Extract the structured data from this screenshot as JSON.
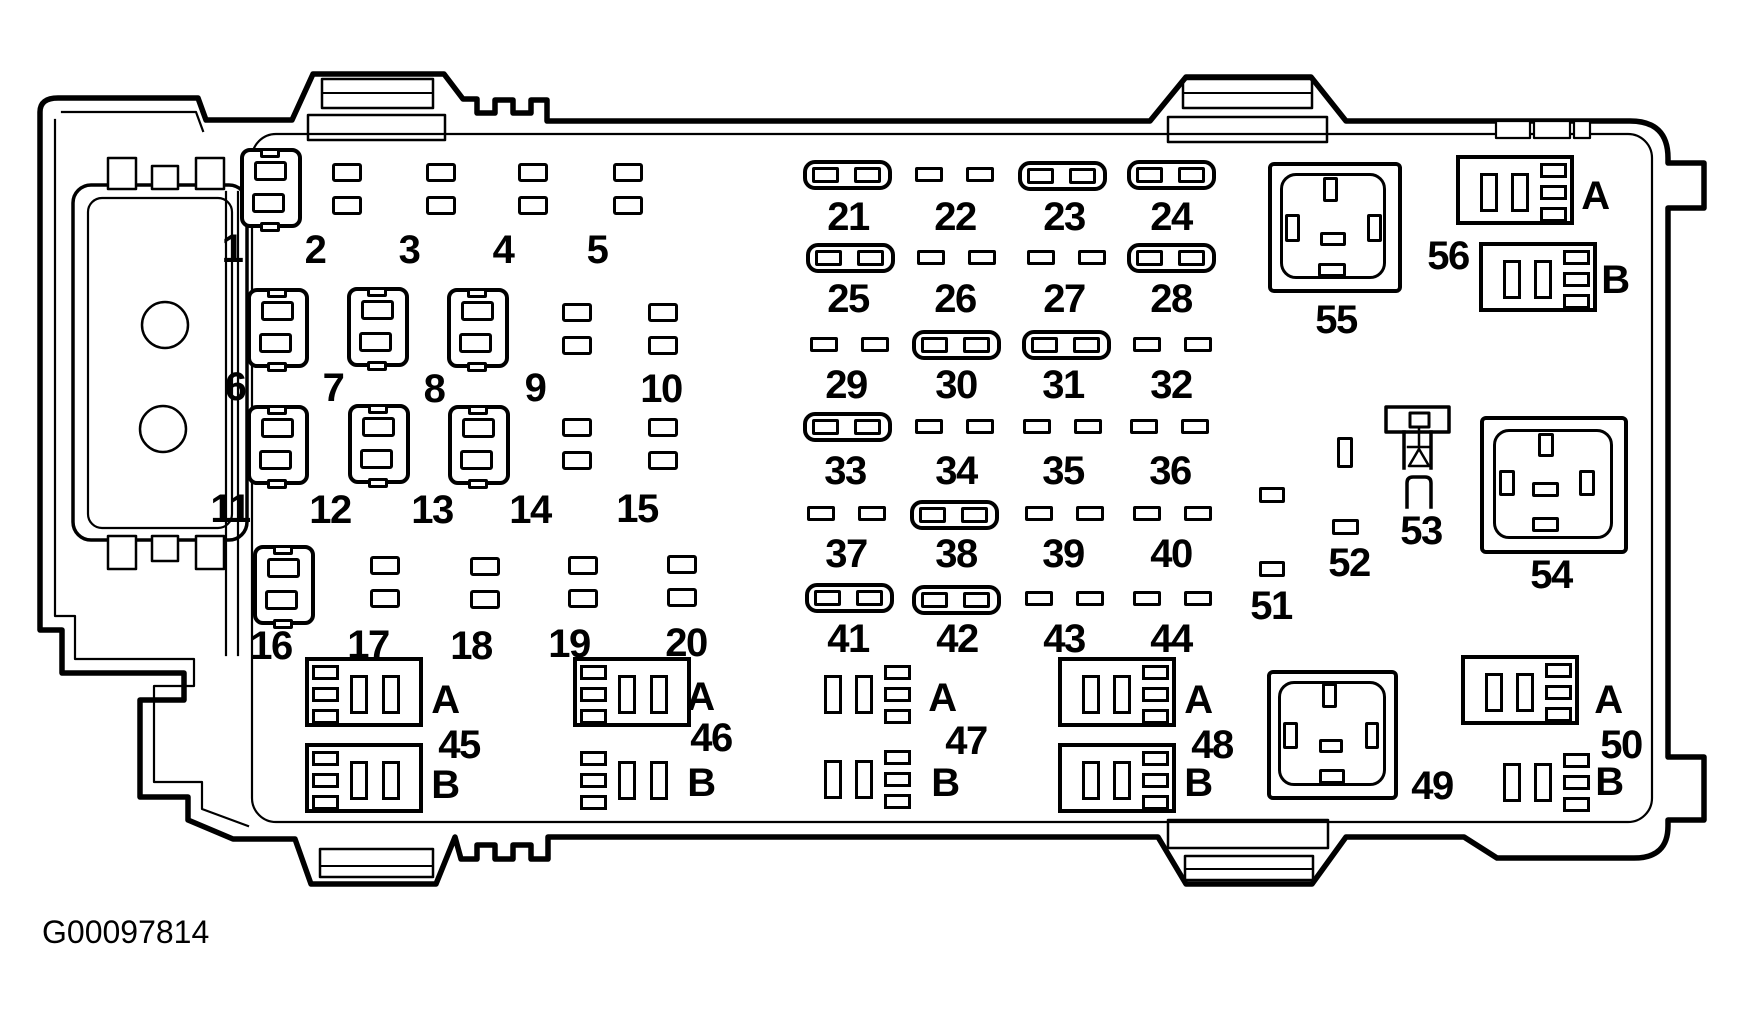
{
  "figure_id": "G00097814",
  "colors": {
    "line_color": "#000000",
    "background_color": "#ffffff"
  },
  "positions": {
    "mini_fuse_holders": [
      "1",
      "6",
      "7",
      "8",
      "11",
      "12",
      "13",
      "16"
    ],
    "fuse_terminal_pairs": [
      "2",
      "3",
      "4",
      "5",
      "9",
      "10",
      "14",
      "15",
      "17",
      "18",
      "19",
      "20"
    ],
    "cartridge_fuses_boxed": [
      "21",
      "23",
      "24",
      "25",
      "28",
      "30",
      "31",
      "33",
      "38",
      "41",
      "42"
    ],
    "cartridge_terminal_pairs": [
      "22",
      "26",
      "27",
      "29",
      "32",
      "34",
      "35",
      "36",
      "37",
      "39",
      "40",
      "43",
      "44"
    ],
    "relays": [
      "55",
      "54",
      "49"
    ],
    "misc_components": [
      "51",
      "52",
      "53"
    ],
    "connectors": [
      {
        "number": "45",
        "rows": [
          {
            "letter": "A",
            "boxed": true
          },
          {
            "letter": "B",
            "boxed": true
          }
        ]
      },
      {
        "number": "46",
        "rows": [
          {
            "letter": "A",
            "boxed": true
          },
          {
            "letter": "B",
            "boxed": false
          }
        ]
      },
      {
        "number": "47",
        "rows": [
          {
            "letter": "A",
            "boxed": false
          },
          {
            "letter": "B",
            "boxed": false
          }
        ]
      },
      {
        "number": "48",
        "rows": [
          {
            "letter": "A",
            "boxed": true
          },
          {
            "letter": "B",
            "boxed": true
          }
        ]
      },
      {
        "number": "50",
        "rows": [
          {
            "letter": "A",
            "boxed": true
          },
          {
            "letter": "B",
            "boxed": false
          }
        ]
      },
      {
        "number": "56",
        "rows": [
          {
            "letter": "A",
            "boxed": true
          },
          {
            "letter": "B",
            "boxed": true
          }
        ]
      }
    ]
  }
}
